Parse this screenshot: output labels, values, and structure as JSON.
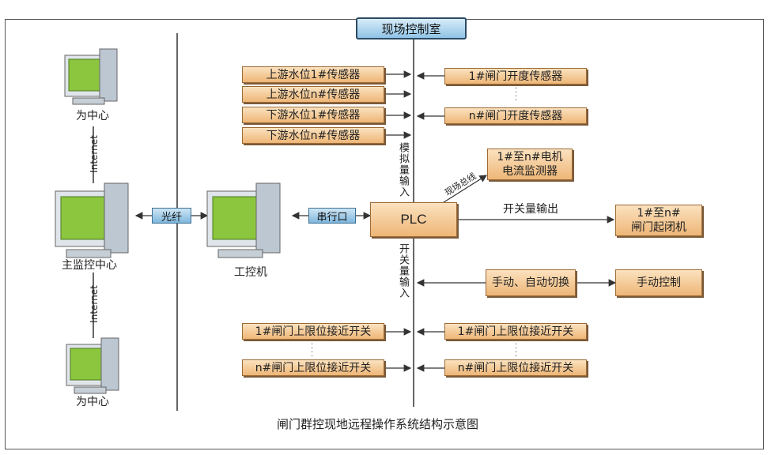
{
  "title": "现场控制室",
  "caption": "闸门群控现地远程操作系统结构示意图",
  "colors": {
    "box_fill": "#eeb677",
    "box_border": "#9c6a36",
    "blue_fill": "#7fb6dc",
    "line": "#333333"
  },
  "computers": {
    "left_top": "为中心",
    "left_main": "主监控中心",
    "left_bottom": "为中心",
    "industrial": "工控机"
  },
  "links": {
    "internet_top": "Internet",
    "internet_bottom": "Internet",
    "fiber": "光纤",
    "serial": "串行口"
  },
  "sensors_left": [
    "上游水位1#传感器",
    "上游水位n#传感器",
    "下游水位1#传感器",
    "下游水位n#传感器"
  ],
  "sensors_right": [
    "1#闸门开度传感器",
    "n#闸门开度传感器"
  ],
  "analog_input": "模拟量输入",
  "field_bus": "现场总线",
  "current_monitor": "1#至n#电机\n电流监测器",
  "plc": "PLC",
  "switch_output": "开关量输出",
  "hoist": "1#至n#\n闸门起闭机",
  "switch_input": "开关量输入",
  "manual_auto": "手动、自动切换",
  "manual_control": "手动控制",
  "limit_left": [
    "1#闸门上限位接近开关",
    "n#闸门上限位接近开关"
  ],
  "limit_right": [
    "1#闸门上限位接近开关",
    "n#闸门上限位接近开关"
  ]
}
